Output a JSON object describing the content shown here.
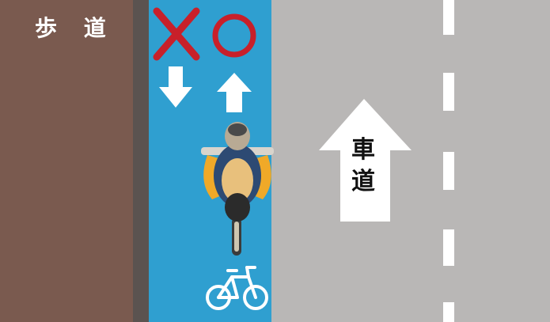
{
  "sidewalk": {
    "label": "歩 道"
  },
  "roadway": {
    "label_line1": "車",
    "label_line2": "道"
  },
  "bike_lane": {
    "prohibited_symbol": "cross-mark",
    "allowed_symbol": "circle-mark",
    "prohibited_direction": "down",
    "allowed_direction": "up",
    "cyclist_direction": "up",
    "pictogram": "bicycle"
  },
  "colors": {
    "sidewalk": "#7a5a4f",
    "bike_lane": "#2f9fd0",
    "roadway": "#b9b7b6",
    "mark": "#c8202a",
    "marking": "#ffffff"
  }
}
